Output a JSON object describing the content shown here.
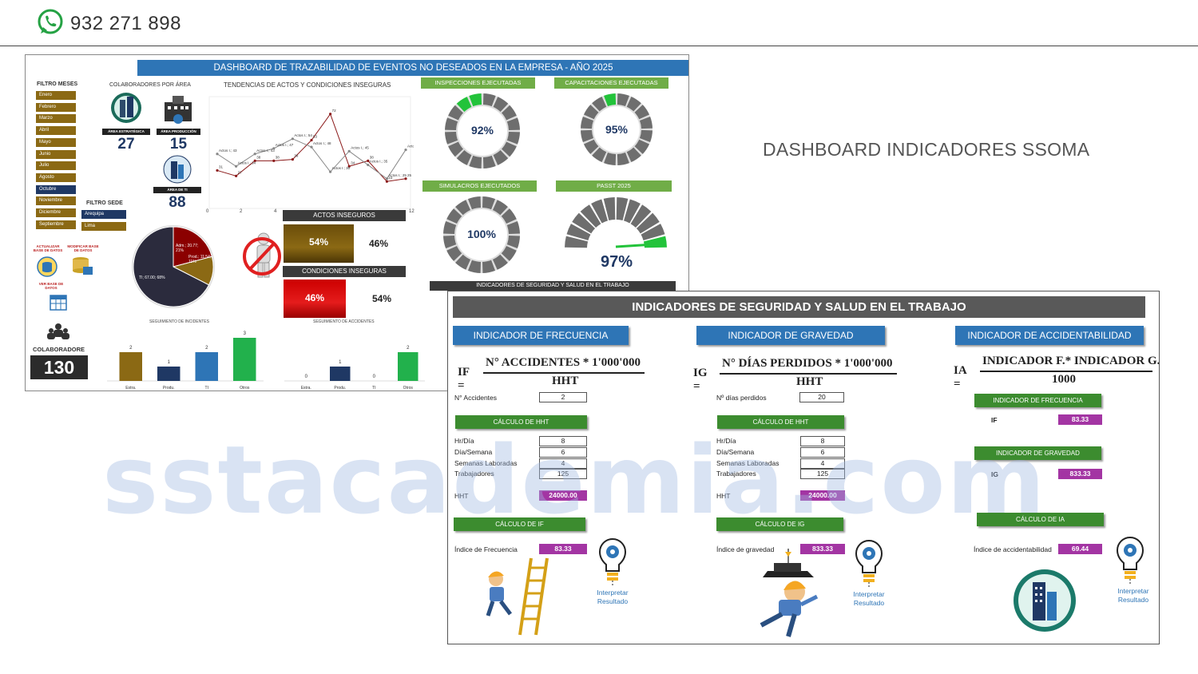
{
  "header": {
    "phone": "932 271 898",
    "side_title": "DASHBOARD INDICADORES SSOMA",
    "watermark": "sstacademia.com"
  },
  "colors": {
    "blue": "#2e75b6",
    "green": "#70ad47",
    "purple": "#a335a3",
    "dark": "#3a3a3a",
    "gold": "#8b6914"
  },
  "dashboard1": {
    "title": "DASHBOARD DE TRAZABILIDAD DE EVENTOS NO DESEADOS EN LA EMPRESA - AÑO 2025",
    "filtro_meses_label": "FILTRO MESES",
    "months": [
      "Enero",
      "Febrero",
      "Marzo",
      "Abril",
      "Mayo",
      "Junio",
      "Julio",
      "Agosto",
      "Octubre",
      "Noviembre",
      "Diciembre",
      "Septiembre"
    ],
    "selected_month_index": 8,
    "filtro_sede_label": "FILTRO SEDE",
    "sedes": [
      "Arequipa",
      "Lima"
    ],
    "colaboradores_por_area_label": "COLABORADORES POR ÁREA",
    "areas": [
      {
        "label": "ÁREA ESTRATÉGICA",
        "value": "27"
      },
      {
        "label": "ÁREA PRODUCCIÓN",
        "value": "15"
      },
      {
        "label": "ÁREA DE TI",
        "value": "88"
      }
    ],
    "actualizar_label": "ACTUALIZAR BASE DE DATOS",
    "modificar_label": "MODIFICAR BASE DE DATOS",
    "ver_label": "VER BASE DE DATOS",
    "colaboradores_label": "COLABORADORE",
    "colaboradores_total": "130",
    "tendencias_title": "TENDENCIAS DE ACTOS Y CONDICIONES INSEGURAS",
    "kpis": [
      {
        "label": "INSPECCIONES EJECUTADAS",
        "value": "92%",
        "pct": 92
      },
      {
        "label": "CAPACITACIONES EJECUTADAS",
        "value": "95%",
        "pct": 95
      },
      {
        "label": "SIMULACROS EJECUTADOS",
        "value": "100%",
        "pct": 100
      },
      {
        "label": "PASST 2025",
        "value": "97%",
        "pct": 97
      }
    ],
    "actos_inseguros_label": "ACTOS INSEGUROS",
    "actos_pct_a": "54%",
    "actos_pct_b": "46%",
    "condiciones_inseguras_label": "CONDICIONES INSEGURAS",
    "cond_pct_a": "46%",
    "cond_pct_b": "54%",
    "indicadores_footer": "INDICADORES DE SEGURIDAD Y SALUD EN EL TRABAJO",
    "pie_labels": {
      "ti": "TI; 67.00; 68%",
      "adm": "Adm.; 20.77; 21%",
      "prod": "Prod.; 11.54; 11%"
    },
    "seguimiento_incidentes_label": "SEGUIMIENTO DE INCIDENTES",
    "seguimiento_accidentes_label": "SEGUIMIENTO DE ACCIDENTES",
    "line_axis": [
      "0",
      "2",
      "4",
      "12"
    ],
    "line_labels": [
      "Actos I.; 34",
      "Actos I.; 43",
      "Actos I.; 47",
      "Actos I.; 43",
      "Actos I.; 48",
      "Actos I.; 30",
      "Actos I.; 45",
      "Actos I.; 35",
      "Actos I.; 25",
      "Actos I.; 46",
      "Actos I.; 25",
      "54",
      "53",
      "72",
      "38",
      "39",
      "31",
      "27",
      "58",
      "34",
      "23",
      "25"
    ]
  },
  "dashboard2": {
    "title": "INDICADORES DE SEGURIDAD Y SALUD EN EL TRABAJO",
    "frecuencia": {
      "header": "INDICADOR DE FRECUENCIA",
      "lhs": "IF =",
      "numerator": "N° ACCIDENTES * 1'000'000",
      "denominator": "HHT",
      "input_label": "N° Accidentes",
      "input_value": "2",
      "calc_hht_label": "CÁLCULO DE HHT",
      "rows": [
        {
          "label": "Hr/Día",
          "value": "8"
        },
        {
          "label": "Día/Semana",
          "value": "6"
        },
        {
          "label": "Semanas Laboradas",
          "value": "4"
        },
        {
          "label": "Trabajadores",
          "value": "125"
        }
      ],
      "hht_label": "HHT",
      "hht_value": "24000.00",
      "calc_label": "CÁLCULO DE IF",
      "result_label": "Índice de Frecuencia",
      "result_value": "83.33",
      "interpret_label": "Interpretar Resultado"
    },
    "gravedad": {
      "header": "INDICADOR DE GRAVEDAD",
      "lhs": "IG =",
      "numerator": "N° DÍAS PERDIDOS * 1'000'000",
      "denominator": "HHT",
      "input_label": "Nº días perdidos",
      "input_value": "20",
      "calc_hht_label": "CÁLCULO DE HHT",
      "rows": [
        {
          "label": "Hr/Día",
          "value": "8"
        },
        {
          "label": "Día/Semana",
          "value": "6"
        },
        {
          "label": "Semanas Laboradas",
          "value": "4"
        },
        {
          "label": "Trabajadores",
          "value": "125"
        }
      ],
      "hht_label": "HHT",
      "hht_value": "24000.00",
      "calc_label": "CÁLCULO DE IG",
      "result_label": "Índice de gravedad",
      "result_value": "833.33",
      "interpret_label": "Interpretar Resultado"
    },
    "accidentabilidad": {
      "header": "INDICADOR DE ACCIDENTABILIDAD",
      "lhs": "IA =",
      "numerator": "INDICADOR F.* INDICADOR G.",
      "denominator": "1000",
      "if_header": "INDICADOR DE FRECUENCIA",
      "if_label": "IF",
      "if_value": "83.33",
      "ig_header": "INDICADOR DE GRAVEDAD",
      "ig_label": "IG",
      "ig_value": "833.33",
      "calc_label": "CÁLCULO DE IA",
      "result_label": "Índice de accidentabilidad",
      "result_value": "69.44",
      "interpret_label": "Interpretar Resultado"
    }
  },
  "chart_data": [
    {
      "type": "bar",
      "title": "SEGUIMIENTO DE INCIDENTES",
      "categories": [
        "Estra.",
        "Produ.",
        "TI",
        "Otros"
      ],
      "values": [
        2,
        1,
        2,
        3
      ],
      "colors": [
        "#8b6914",
        "#1f3864",
        "#2e75b6",
        "#22b14c"
      ]
    },
    {
      "type": "bar",
      "title": "SEGUIMIENTO DE ACCIDENTES",
      "categories": [
        "Estra.",
        "Produ.",
        "TI",
        "Otros"
      ],
      "values": [
        0,
        1,
        0,
        2
      ],
      "colors": [
        "#8b6914",
        "#1f3864",
        "#2e75b6",
        "#22b14c"
      ]
    },
    {
      "type": "pie",
      "categories": [
        "TI",
        "Adm.",
        "Prod."
      ],
      "values": [
        67.0,
        20.77,
        11.54
      ],
      "percent": [
        68,
        21,
        11
      ],
      "colors": [
        "#2b2b3d",
        "#8b0000",
        "#8b6914"
      ]
    },
    {
      "type": "line",
      "title": "TENDENCIAS DE ACTOS Y CONDICIONES INSEGURAS",
      "series": [
        {
          "values": [
            31,
            27,
            38,
            38,
            39,
            53,
            72,
            34,
            38,
            23,
            25
          ]
        },
        {
          "values": [
            43,
            34,
            43,
            47,
            54,
            48,
            30,
            45,
            35,
            25,
            46
          ]
        }
      ],
      "colors": [
        "#8b1a1a",
        "#888888"
      ]
    },
    {
      "type": "pie",
      "title": "ACTOS INSEGUROS",
      "values": [
        54,
        46
      ]
    },
    {
      "type": "pie",
      "title": "CONDICIONES INSEGURAS",
      "values": [
        46,
        54
      ]
    }
  ]
}
